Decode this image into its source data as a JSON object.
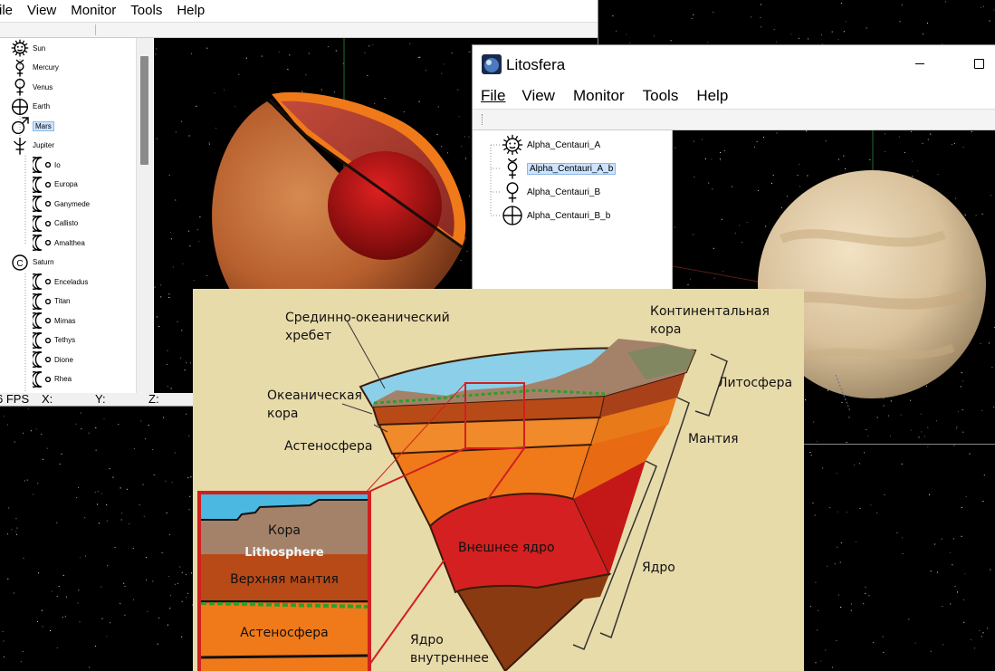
{
  "back_window": {
    "menu": [
      "ile",
      "View",
      "Monitor",
      "Tools",
      "Help"
    ],
    "tree": [
      {
        "label": "Sun",
        "icon": "sun-icon"
      },
      {
        "label": "Mercury",
        "icon": "mercury-icon"
      },
      {
        "label": "Venus",
        "icon": "venus-icon"
      },
      {
        "label": "Earth",
        "icon": "earth-icon"
      },
      {
        "label": "Mars",
        "icon": "mars-icon",
        "selected": true
      },
      {
        "label": "Jupiter",
        "icon": "jupiter-icon"
      },
      {
        "label": "Io",
        "icon": "moon-icon"
      },
      {
        "label": "Europa",
        "icon": "moon-icon"
      },
      {
        "label": "Ganymede",
        "icon": "moon-icon"
      },
      {
        "label": "Callisto",
        "icon": "moon-icon"
      },
      {
        "label": "Amalthea",
        "icon": "moon-icon"
      },
      {
        "label": "Saturn",
        "icon": "saturn-icon"
      },
      {
        "label": "Enceladus",
        "icon": "moon-icon"
      },
      {
        "label": "Titan",
        "icon": "moon-icon"
      },
      {
        "label": "Mimas",
        "icon": "moon-icon"
      },
      {
        "label": "Tethys",
        "icon": "moon-icon"
      },
      {
        "label": "Dione",
        "icon": "moon-icon"
      },
      {
        "label": "Rhea",
        "icon": "moon-icon"
      }
    ],
    "status": {
      "fps": "6 FPS",
      "x": "X:",
      "y": "Y:",
      "z": "Z:"
    }
  },
  "front_window": {
    "title": "Litosfera",
    "menu": [
      "File",
      "View",
      "Monitor",
      "Tools",
      "Help"
    ],
    "tree": [
      {
        "label": "Alpha_Centauri_A",
        "icon": "sun-icon"
      },
      {
        "label": "Alpha_Centauri_A_b",
        "icon": "mercury-icon",
        "selected": true
      },
      {
        "label": "Alpha_Centauri_B",
        "icon": "venus-icon"
      },
      {
        "label": "Alpha_Centauri_B_b",
        "icon": "earth-icon"
      }
    ]
  },
  "diagram": {
    "labels": {
      "ridge": "Срединно-океанический\nхребет",
      "continental_crust": "Континентальная\nкора",
      "lithosphere": "Литосфера",
      "oceanic_crust": "Океаническая\nкора",
      "asthenosphere": "Астеносфера",
      "mantle": "Мантия",
      "outer_core": "Внешнее ядро",
      "core": "Ядро",
      "inner_core": "Ядро\nвнутреннее"
    },
    "zoom": {
      "crust": "Кора",
      "lithosphere": "Lithosphere",
      "upper_mantle": "Верхняя мантия",
      "asthenosphere": "Астеносфера"
    }
  }
}
